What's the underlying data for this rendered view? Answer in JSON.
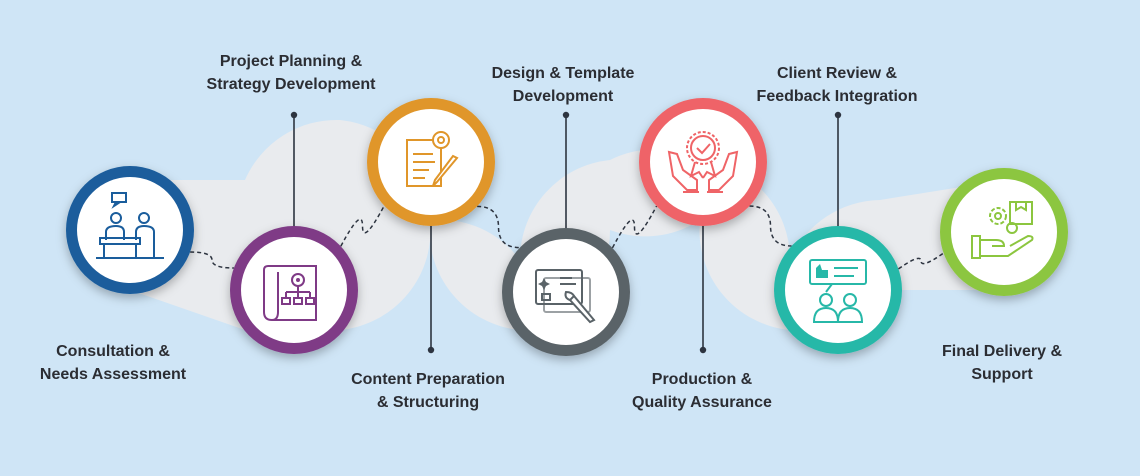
{
  "steps": [
    {
      "line1": "Consultation &",
      "line2": "Needs Assessment",
      "icon": "consultation-icon",
      "color": "#1a5d9c"
    },
    {
      "line1": "Project Planning &",
      "line2": "Strategy Development",
      "icon": "planning-flowchart-icon",
      "color": "#7f3a86"
    },
    {
      "line1": "Content Preparation",
      "line2": "& Structuring",
      "icon": "document-gear-icon",
      "color": "#e0962a"
    },
    {
      "line1": "Design & Template",
      "line2": "Development",
      "icon": "design-brush-icon",
      "color": "#5a6368"
    },
    {
      "line1": "Production &",
      "line2": "Quality Assurance",
      "icon": "quality-badge-hands-icon",
      "color": "#ef6467"
    },
    {
      "line1": "Client Review &",
      "line2": "Feedback Integration",
      "icon": "feedback-review-icon",
      "color": "#27b8a8"
    },
    {
      "line1": "Final Delivery &",
      "line2": "Support",
      "icon": "delivery-box-hand-icon",
      "color": "#8cc63f"
    }
  ]
}
